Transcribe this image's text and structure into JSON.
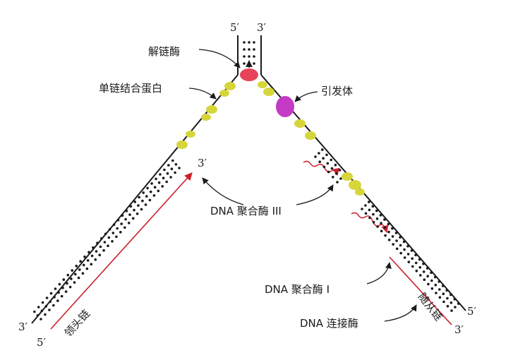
{
  "labels": {
    "helicase": "解链酶",
    "ssb": "单链结合蛋白",
    "primase": "引发体",
    "pol3": "DNA 聚合酶 III",
    "pol1": "DNA 聚合酶 I",
    "ligase": "DNA 连接酶",
    "leading_strand": "领头链",
    "lagging_strand": "随从链"
  },
  "ends": {
    "top_left": "5′",
    "top_right": "3′",
    "leading_tip": "3′",
    "bottom_left_outer": "3′",
    "bottom_left_inner": "5′",
    "bottom_right_outer": "5′",
    "bottom_right_inner": "3′"
  },
  "colors": {
    "strand": "#1a1a1a",
    "new_strand": "#cc1f2e",
    "ssb_protein": "#d6d63a",
    "helicase": "#e8435a",
    "primase": "#c43ac4"
  }
}
